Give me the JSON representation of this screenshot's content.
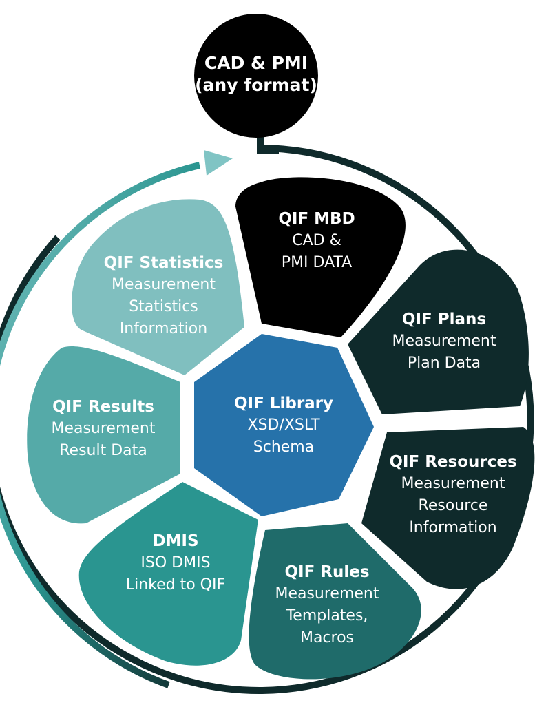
{
  "source": {
    "line1": "CAD & PMI",
    "line2": "(any format)",
    "color": "#000000"
  },
  "segments": [
    {
      "id": "mbd",
      "title": "QIF MBD",
      "lines": [
        "CAD &",
        "PMI DATA"
      ],
      "color": "#000000"
    },
    {
      "id": "plans",
      "title": "QIF Plans",
      "lines": [
        "Measurement",
        "Plan Data"
      ],
      "color": "#0f2a2b"
    },
    {
      "id": "resources",
      "title": "QIF Resources",
      "lines": [
        "Measurement",
        "Resource",
        "Information"
      ],
      "color": "#0f2a2b"
    },
    {
      "id": "rules",
      "title": "QIF Rules",
      "lines": [
        "Measurement",
        "Templates,",
        "Macros"
      ],
      "color": "#1f6b6a"
    },
    {
      "id": "dmis",
      "title": "DMIS",
      "lines": [
        "ISO DMIS",
        "Linked to QIF"
      ],
      "color": "#2a9590"
    },
    {
      "id": "results",
      "title": "QIF Results",
      "lines": [
        "Measurement",
        "Result Data"
      ],
      "color": "#55aaa8"
    },
    {
      "id": "statistics",
      "title": "QIF Statistics",
      "lines": [
        "Measurement",
        "Statistics",
        "Information"
      ],
      "color": "#80bfbf"
    }
  ],
  "center": {
    "title": "QIF Library",
    "lines": [
      "XSD/XSLT",
      "Schema"
    ],
    "color": "#2672aa"
  },
  "ring_colors": [
    "#000000",
    "#0f2a2b",
    "#2a9590",
    "#80c4c4"
  ]
}
